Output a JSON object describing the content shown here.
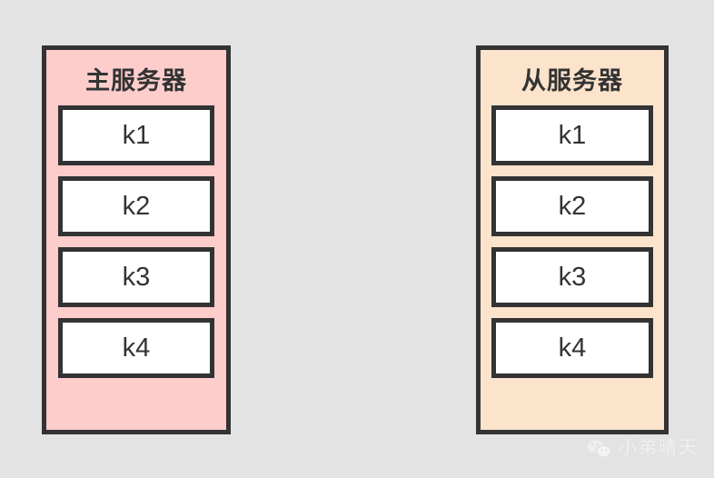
{
  "background_color": "#e3e3e3",
  "diagram": {
    "panels": [
      {
        "id": "master-server",
        "title": "主服务器",
        "fill_color": "#fdcdcc",
        "border_color": "#333333",
        "keys": [
          {
            "label": "k1"
          },
          {
            "label": "k2"
          },
          {
            "label": "k3"
          },
          {
            "label": "k4"
          }
        ]
      },
      {
        "id": "slave-server",
        "title": "从服务器",
        "fill_color": "#fce3cb",
        "border_color": "#333333",
        "keys": [
          {
            "label": "k1"
          },
          {
            "label": "k2"
          },
          {
            "label": "k3"
          },
          {
            "label": "k4"
          }
        ]
      }
    ]
  },
  "watermark": {
    "icon": "wechat-icon",
    "text": "小弟晴天",
    "color": "#f2f2f2"
  }
}
